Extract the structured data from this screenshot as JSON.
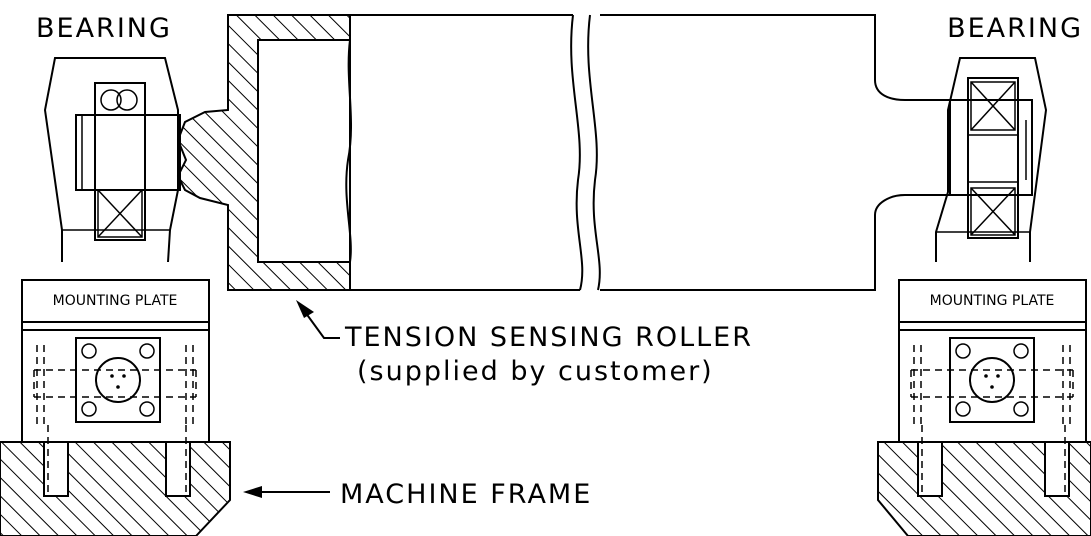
{
  "labels": {
    "bearing_left": "BEARING",
    "bearing_right": "BEARING",
    "mounting_plate_left": "MOUNTING PLATE",
    "mounting_plate_right": "MOUNTING PLATE",
    "roller_line1": "TENSION SENSING ROLLER",
    "roller_line2": "(supplied by customer)",
    "machine_frame": "MACHINE FRAME"
  }
}
